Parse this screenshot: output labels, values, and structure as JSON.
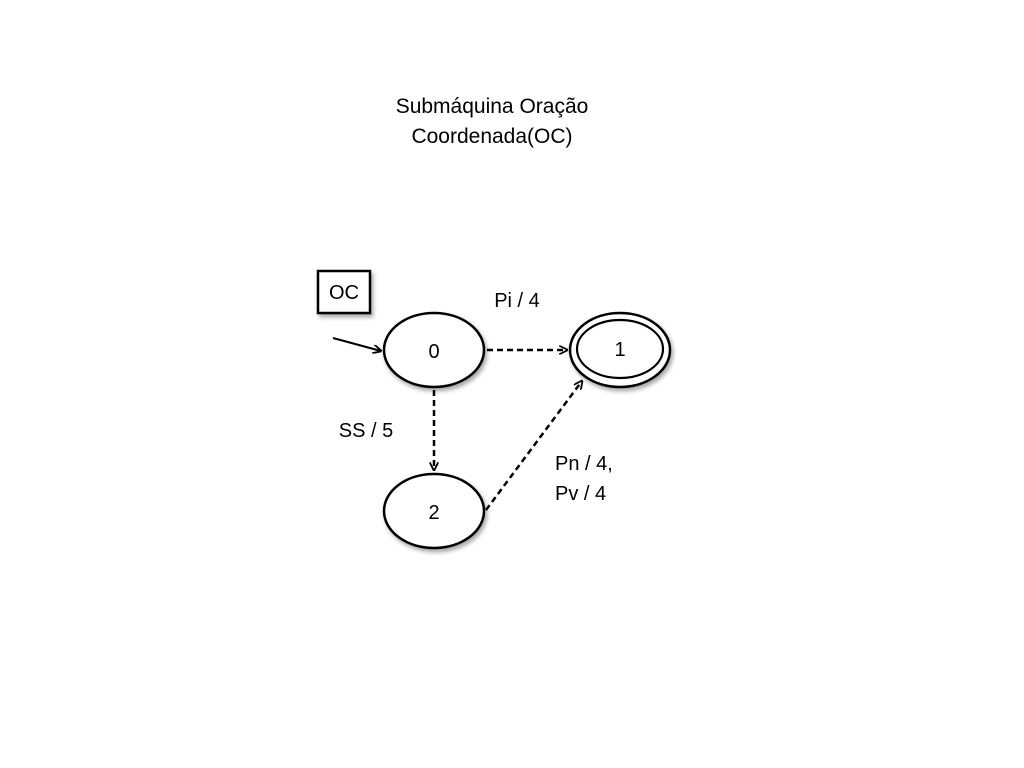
{
  "title": {
    "line1": "Submáquina Oração",
    "line2": "Coordenada(OC)"
  },
  "submachine_box": {
    "label": "OC"
  },
  "states": [
    {
      "id": "0",
      "label": "0",
      "initial": true,
      "final": false
    },
    {
      "id": "1",
      "label": "1",
      "initial": false,
      "final": true
    },
    {
      "id": "2",
      "label": "2",
      "initial": false,
      "final": false
    }
  ],
  "transitions": [
    {
      "from": "0",
      "to": "1",
      "label": "Pi / 4",
      "style": "dashed"
    },
    {
      "from": "0",
      "to": "2",
      "label": "SS / 5",
      "style": "dashed"
    },
    {
      "from": "2",
      "to": "1",
      "label_lines": [
        "Pn / 4,",
        "Pv / 4"
      ],
      "style": "dashed"
    }
  ]
}
